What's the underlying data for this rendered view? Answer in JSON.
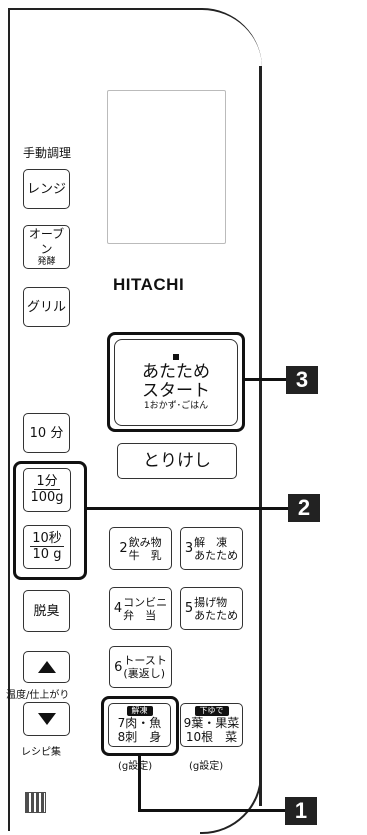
{
  "panel": {
    "section_label": "手動調理",
    "brand": "HITACHI",
    "buttons": {
      "range": "レンジ",
      "oven_main": "オーブン",
      "oven_sub": "発酵",
      "grill": "グリル",
      "ten_min": "10 分",
      "start_line1": "あたため",
      "start_line2": "スタート",
      "start_sub": "1おかず･ごはん",
      "cancel": "とりけし",
      "one_min_num": "1分",
      "one_min_den": "100g",
      "ten_sec_num": "10秒",
      "ten_sec_den": "10 g",
      "deodorize": "脱臭",
      "up_arrow": "▲",
      "down_arrow": "▼",
      "temp_label": "温度/仕上がり",
      "recipe_label": "レシピ集"
    },
    "numbered": [
      {
        "n": "2",
        "l1": "飲み物",
        "l2": "牛　乳"
      },
      {
        "n": "3",
        "l1": "解　凍",
        "l2": "あたため"
      },
      {
        "n": "4",
        "l1": "コンビニ",
        "l2": "弁　当"
      },
      {
        "n": "5",
        "l1": "揚げ物",
        "l2": "あたため"
      },
      {
        "n": "6",
        "l1": "トースト",
        "l2": "(裏返し)"
      }
    ],
    "thaw_group": {
      "tag": "解凍",
      "l1": "7肉・魚",
      "l2": "8刺　身",
      "caption": "(g設定)"
    },
    "boil_group": {
      "tag": "下ゆで",
      "l1": "9葉・果菜",
      "l2": "10根　菜",
      "caption": "(g設定)"
    }
  },
  "callouts": {
    "one": "1",
    "two": "2",
    "three": "3"
  }
}
